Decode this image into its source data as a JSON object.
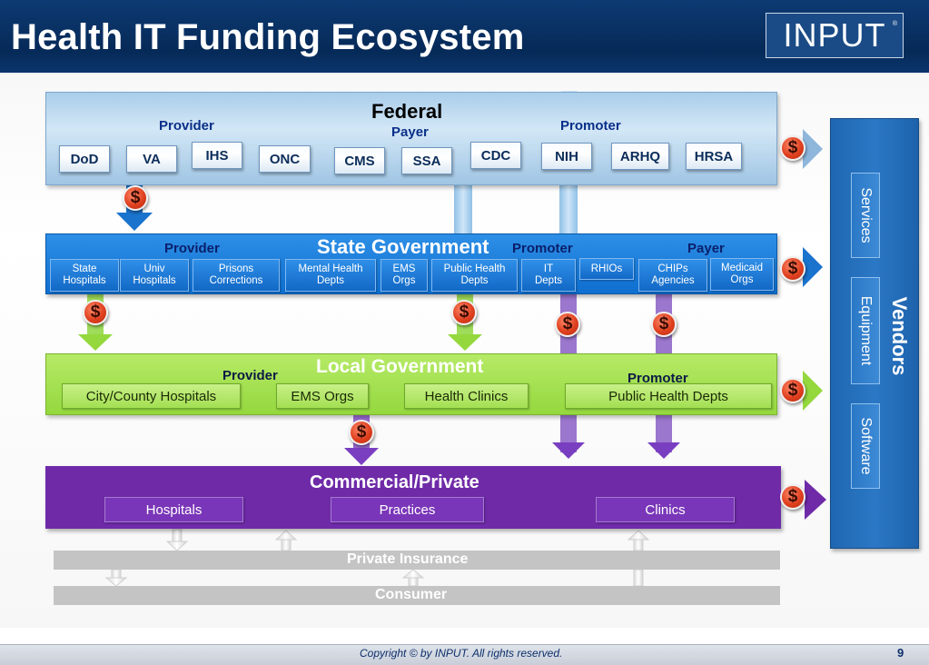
{
  "title": "Health IT Funding Ecosystem",
  "logo": {
    "text": "INPUT",
    "mark": "®"
  },
  "federal": {
    "title": "Federal",
    "labels": {
      "provider": "Provider",
      "payer": "Payer",
      "promoter": "Promoter"
    },
    "agencies": [
      "DoD",
      "VA",
      "IHS",
      "ONC",
      "CMS",
      "SSA",
      "CDC",
      "NIH",
      "ARHQ",
      "HRSA"
    ]
  },
  "state": {
    "title": "State Government",
    "labels": {
      "provider": "Provider",
      "promoter": "Promoter",
      "payer": "Payer"
    },
    "entities": [
      "State\nHospitals",
      "Univ\nHospitals",
      "Prisons\nCorrections",
      "Mental Health\nDepts",
      "EMS\nOrgs",
      "Public Health\nDepts",
      "IT\nDepts",
      "RHIOs",
      "CHIPs\nAgencies",
      "Medicaid\nOrgs"
    ]
  },
  "local": {
    "title": "Local Government",
    "labels": {
      "provider": "Provider",
      "promoter": "Promoter"
    },
    "entities": [
      "City/County Hospitals",
      "EMS Orgs",
      "Health Clinics",
      "Public Health Depts"
    ]
  },
  "commercial": {
    "title": "Commercial/Private",
    "entities": [
      "Hospitals",
      "Practices",
      "Clinics"
    ]
  },
  "private_insurance": "Private Insurance",
  "consumer": "Consumer",
  "vendors": {
    "title": "Vendors",
    "items": [
      "Services",
      "Equipment",
      "Software"
    ]
  },
  "money_symbol": "$",
  "colors": {
    "header": "#062a58",
    "federal": "#bcdaf0",
    "state": "#1a7ad8",
    "local": "#a2de52",
    "commercial": "#6f2aa8",
    "grey": "#c4c4c4",
    "vendors": "#2670bd",
    "money": "#e0401f"
  },
  "footer": {
    "copyright": "Copyright © by INPUT. All rights reserved.",
    "page": "9"
  }
}
